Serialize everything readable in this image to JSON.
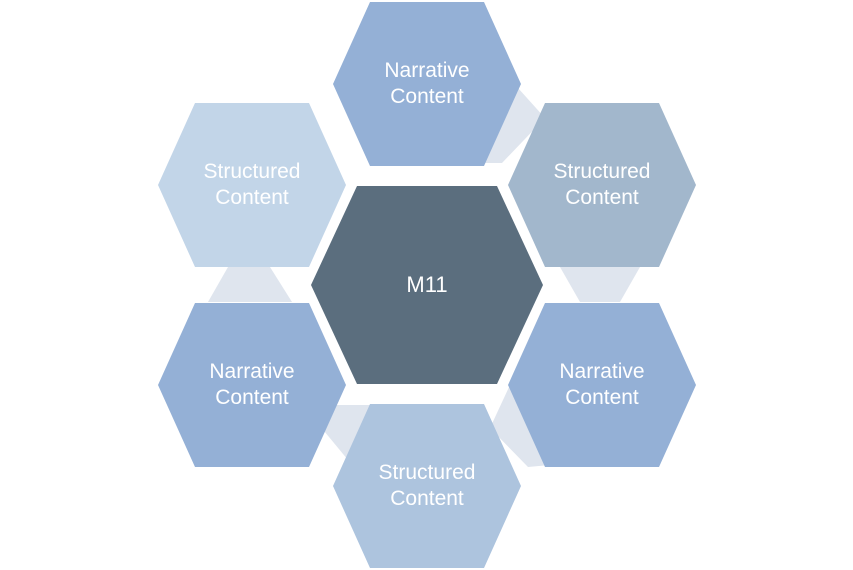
{
  "diagram": {
    "center": {
      "label": "M11",
      "color": "#5b6e7e"
    },
    "connector_color": "#dfe5ee",
    "hexagons": [
      {
        "line1": "Narrative",
        "line2": "Content",
        "color": "#94b0d6"
      },
      {
        "line1": "Structured",
        "line2": "Content",
        "color": "#a2b7cc"
      },
      {
        "line1": "Narrative",
        "line2": "Content",
        "color": "#94b0d6"
      },
      {
        "line1": "Structured",
        "line2": "Content",
        "color": "#adc4de"
      },
      {
        "line1": "Narrative",
        "line2": "Content",
        "color": "#94b0d6"
      },
      {
        "line1": "Structured",
        "line2": "Content",
        "color": "#c2d5e8"
      }
    ]
  }
}
